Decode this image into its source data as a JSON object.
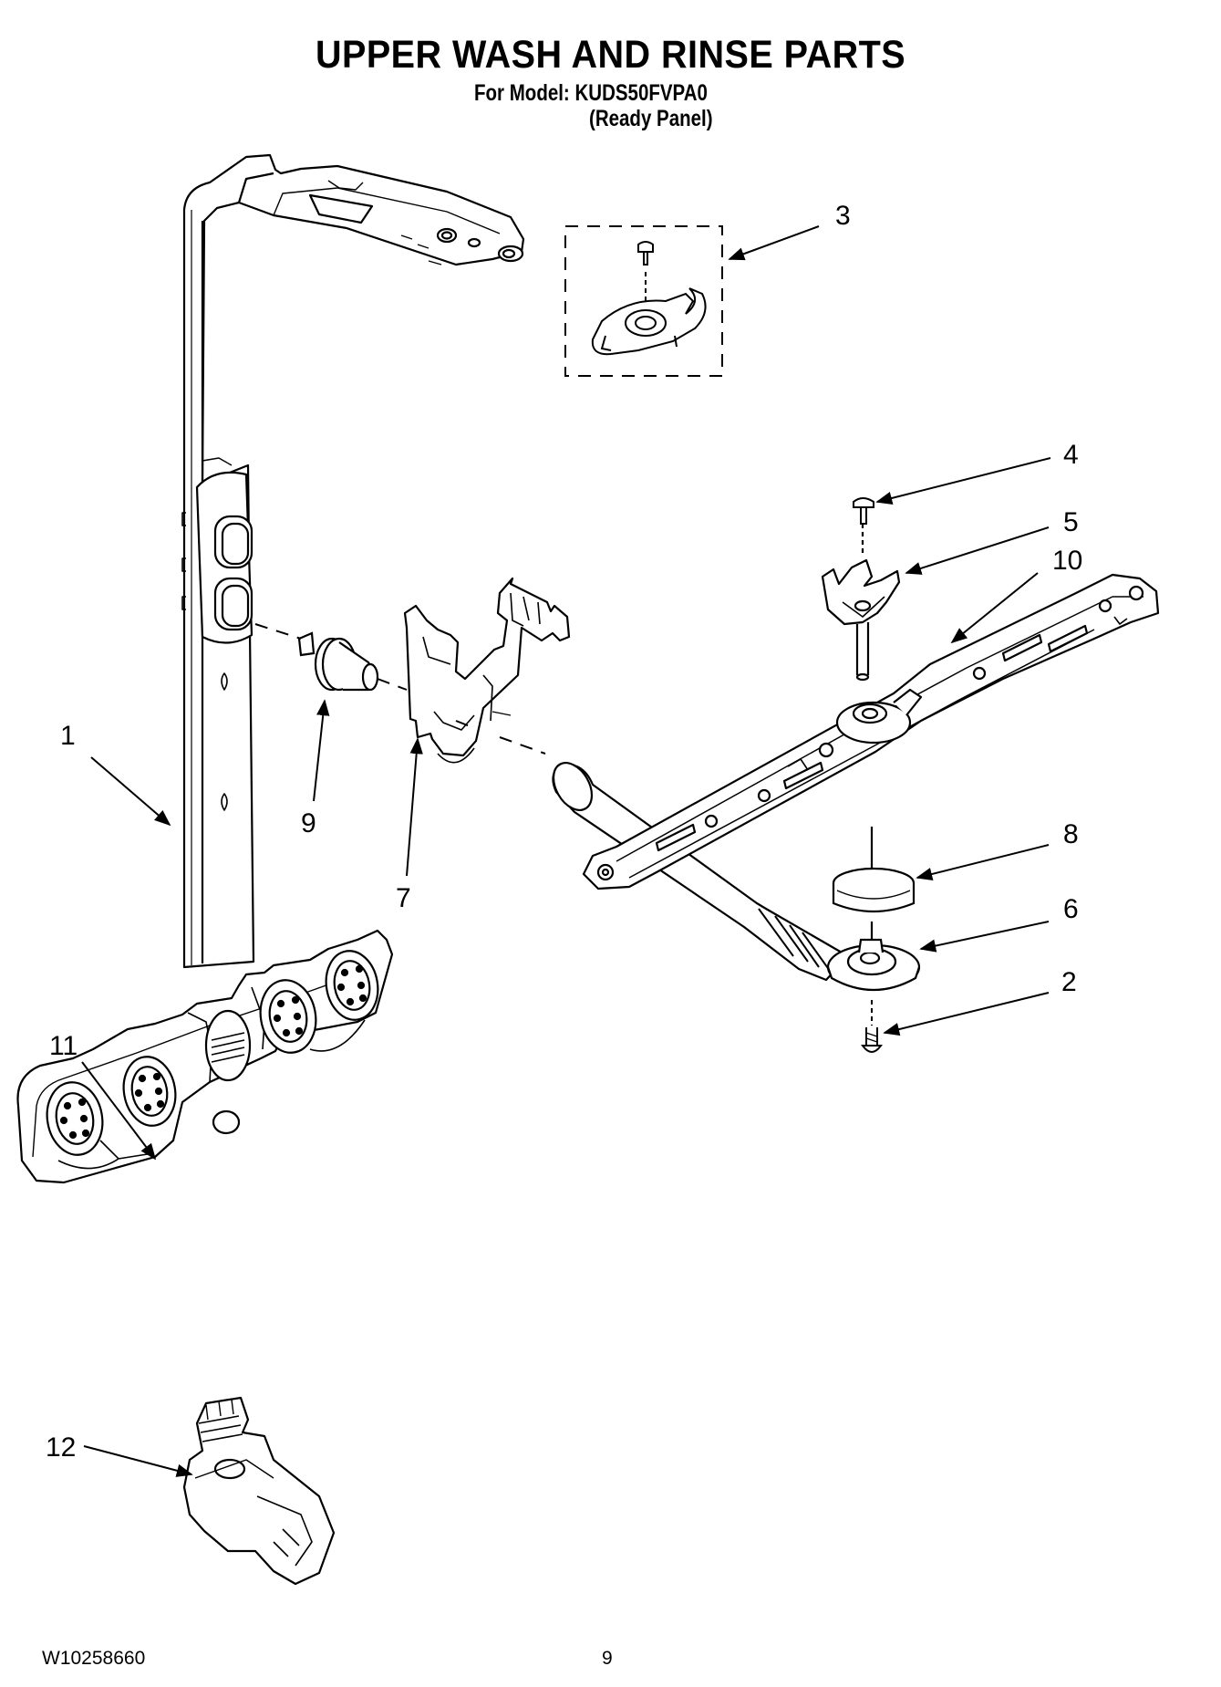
{
  "header": {
    "title": "UPPER WASH AND RINSE PARTS",
    "model_line": "For Model: KUDS50FVPA0",
    "panel_line": "(Ready Panel)"
  },
  "footer": {
    "document_number": "W10258660",
    "page_number": "9"
  },
  "callouts": {
    "c1": "1",
    "c2": "2",
    "c3": "3",
    "c4": "4",
    "c5": "5",
    "c6": "6",
    "c7": "7",
    "c8": "8",
    "c9": "9",
    "c10": "10",
    "c11": "11",
    "c12": "12"
  },
  "colors": {
    "line": "#000000",
    "background": "#ffffff"
  }
}
